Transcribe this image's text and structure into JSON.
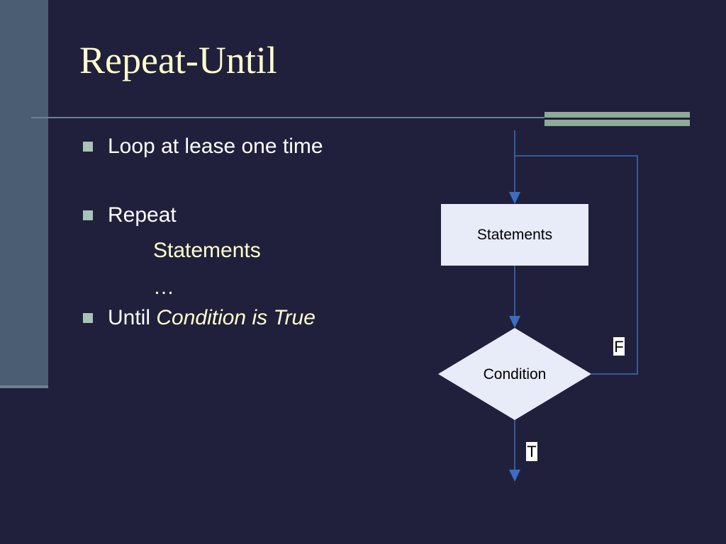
{
  "slide": {
    "title": "Repeat-Until",
    "bullets": {
      "b1": "Loop at lease one time",
      "b2": "Repeat",
      "b2_sub1": "Statements",
      "b2_sub2": "…",
      "b3_prefix": "Until ",
      "b3_emph": "Condition is True"
    }
  },
  "flowchart": {
    "process_label": "Statements",
    "decision_label": "Condition",
    "false_label": "F",
    "true_label": "T"
  },
  "colors": {
    "background": "#20203c",
    "title": "#ffffcc",
    "accent": "#8fa99b",
    "line": "#3a6ec0",
    "shape_fill": "#e8ebf8"
  }
}
